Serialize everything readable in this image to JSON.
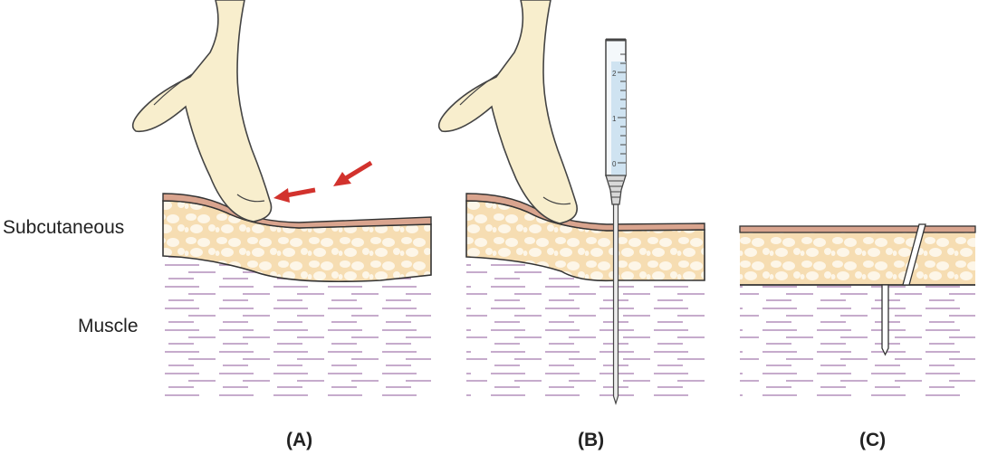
{
  "labels": {
    "subcutaneous": "Subcutaneous",
    "muscle": "Muscle"
  },
  "panels": {
    "a": "(A)",
    "b": "(B)",
    "c": "(C)"
  },
  "syringe": {
    "scale_marks": [
      "2",
      "1",
      "0"
    ]
  },
  "colors": {
    "skin": "#d9a48e",
    "subcutaneous_fat": "#f6ddb2",
    "fat_cells": "#fdf6e8",
    "muscle_lines": "#b48fbc",
    "finger": "#f8eecd",
    "arrow": "#d2322d",
    "syringe_fluid": "#cfe3f1"
  }
}
